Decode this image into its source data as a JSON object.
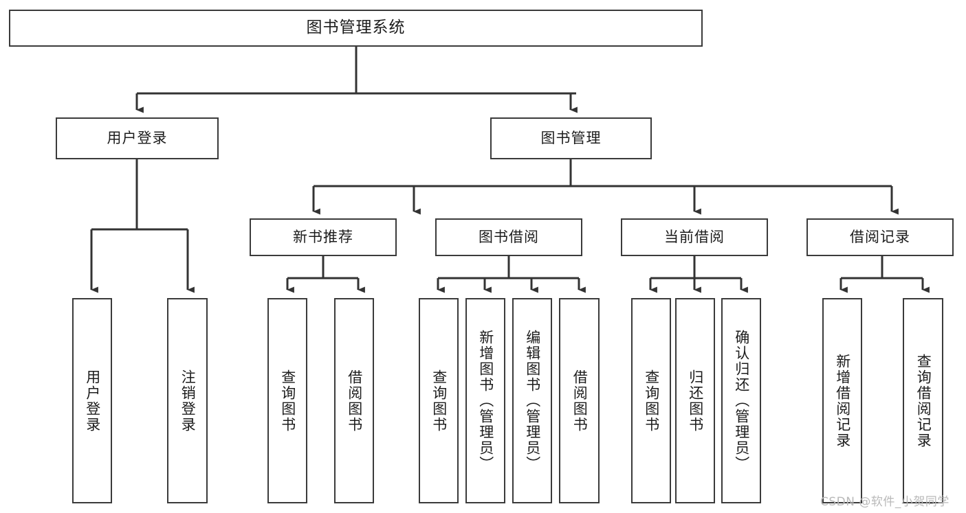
{
  "diagram": {
    "title": "图书管理系统",
    "type": "tree",
    "watermark": "CSDN @软件_小贺同学",
    "colors": {
      "box_border": "#3a3a3a",
      "box_fill": "#ffffff",
      "connector": "#333333",
      "text": "#1c1c1c",
      "watermark": "#b9b9b9",
      "background": "#ffffff"
    },
    "root": {
      "label": "图书管理系统"
    },
    "level2": [
      {
        "label": "用户登录"
      },
      {
        "label": "图书管理"
      }
    ],
    "level3": [
      {
        "label": "新书推荐"
      },
      {
        "label": "图书借阅"
      },
      {
        "label": "当前借阅"
      },
      {
        "label": "借阅记录"
      }
    ],
    "leaves": {
      "user_login": [
        {
          "label": "用户登录"
        },
        {
          "label": "注销登录"
        }
      ],
      "new_book_recommend": [
        {
          "label": "查询图书"
        },
        {
          "label": "借阅图书"
        }
      ],
      "book_borrow": [
        {
          "label": "查询图书"
        },
        {
          "label": "新增图书（管理员）"
        },
        {
          "label": "编辑图书（管理员）"
        },
        {
          "label": "借阅图书"
        }
      ],
      "current_borrow": [
        {
          "label": "查询图书"
        },
        {
          "label": "归还图书"
        },
        {
          "label": "确认归还（管理员）"
        }
      ],
      "borrow_record": [
        {
          "label": "新增借阅记录"
        },
        {
          "label": "查询借阅记录"
        }
      ]
    }
  }
}
